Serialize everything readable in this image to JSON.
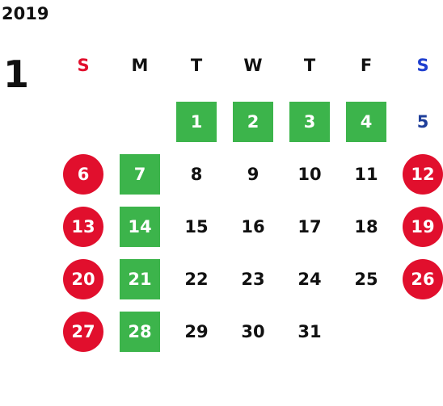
{
  "calendar": {
    "year": "2019",
    "month": "1",
    "weekdays": [
      {
        "label": "S",
        "color": "#e10f2d"
      },
      {
        "label": "M",
        "color": "#111111"
      },
      {
        "label": "T",
        "color": "#111111"
      },
      {
        "label": "W",
        "color": "#111111"
      },
      {
        "label": "T",
        "color": "#111111"
      },
      {
        "label": "F",
        "color": "#111111"
      },
      {
        "label": "S",
        "color": "#1f3fcf"
      }
    ],
    "colors": {
      "holiday_red": "#e10f2d",
      "highlight_green": "#3cb44b",
      "saturday_blue": "#1f3f9a"
    },
    "days": [
      {
        "label": "1",
        "weekday": 2,
        "week": 0,
        "style": "green"
      },
      {
        "label": "2",
        "weekday": 3,
        "week": 0,
        "style": "green"
      },
      {
        "label": "3",
        "weekday": 4,
        "week": 0,
        "style": "green"
      },
      {
        "label": "4",
        "weekday": 5,
        "week": 0,
        "style": "green"
      },
      {
        "label": "5",
        "weekday": 6,
        "week": 0,
        "style": "blue"
      },
      {
        "label": "6",
        "weekday": 0,
        "week": 1,
        "style": "red"
      },
      {
        "label": "7",
        "weekday": 1,
        "week": 1,
        "style": "green"
      },
      {
        "label": "8",
        "weekday": 2,
        "week": 1,
        "style": "plain"
      },
      {
        "label": "9",
        "weekday": 3,
        "week": 1,
        "style": "plain"
      },
      {
        "label": "10",
        "weekday": 4,
        "week": 1,
        "style": "plain"
      },
      {
        "label": "11",
        "weekday": 5,
        "week": 1,
        "style": "plain"
      },
      {
        "label": "12",
        "weekday": 6,
        "week": 1,
        "style": "red"
      },
      {
        "label": "13",
        "weekday": 0,
        "week": 2,
        "style": "red"
      },
      {
        "label": "14",
        "weekday": 1,
        "week": 2,
        "style": "green"
      },
      {
        "label": "15",
        "weekday": 2,
        "week": 2,
        "style": "plain"
      },
      {
        "label": "16",
        "weekday": 3,
        "week": 2,
        "style": "plain"
      },
      {
        "label": "17",
        "weekday": 4,
        "week": 2,
        "style": "plain"
      },
      {
        "label": "18",
        "weekday": 5,
        "week": 2,
        "style": "plain"
      },
      {
        "label": "19",
        "weekday": 6,
        "week": 2,
        "style": "red"
      },
      {
        "label": "20",
        "weekday": 0,
        "week": 3,
        "style": "red"
      },
      {
        "label": "21",
        "weekday": 1,
        "week": 3,
        "style": "green"
      },
      {
        "label": "22",
        "weekday": 2,
        "week": 3,
        "style": "plain"
      },
      {
        "label": "23",
        "weekday": 3,
        "week": 3,
        "style": "plain"
      },
      {
        "label": "24",
        "weekday": 4,
        "week": 3,
        "style": "plain"
      },
      {
        "label": "25",
        "weekday": 5,
        "week": 3,
        "style": "plain"
      },
      {
        "label": "26",
        "weekday": 6,
        "week": 3,
        "style": "red"
      },
      {
        "label": "27",
        "weekday": 0,
        "week": 4,
        "style": "red"
      },
      {
        "label": "28",
        "weekday": 1,
        "week": 4,
        "style": "green"
      },
      {
        "label": "29",
        "weekday": 2,
        "week": 4,
        "style": "plain"
      },
      {
        "label": "30",
        "weekday": 3,
        "week": 4,
        "style": "plain"
      },
      {
        "label": "31",
        "weekday": 4,
        "week": 4,
        "style": "plain"
      }
    ]
  }
}
